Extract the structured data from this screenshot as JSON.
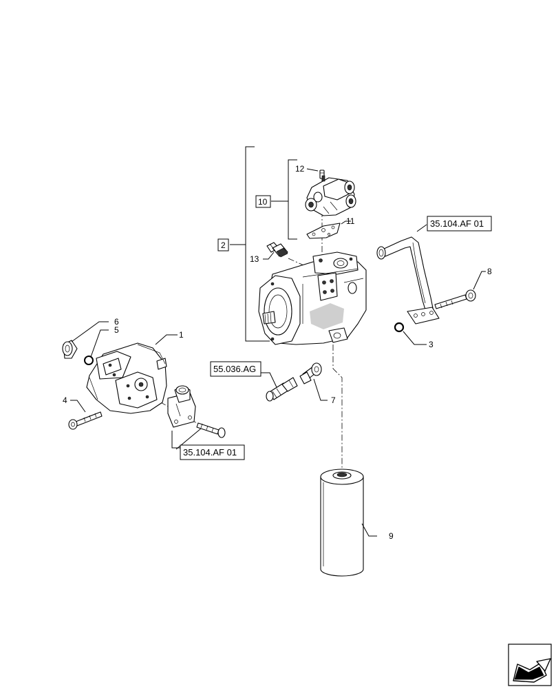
{
  "callouts": {
    "c1": "1",
    "c2": "2",
    "c3": "3",
    "c4": "4",
    "c5": "5",
    "c6": "6",
    "c7": "7",
    "c8": "8",
    "c9": "9",
    "c10": "10",
    "c11": "11",
    "c12": "12",
    "c13": "13"
  },
  "references": {
    "ref_top_right": "35.104.AF 01",
    "ref_bottom_left": "35.104.AF 01",
    "ref_middle": "55.036.AG"
  },
  "icons": {
    "navigation": "next-page-arrow-icon"
  }
}
